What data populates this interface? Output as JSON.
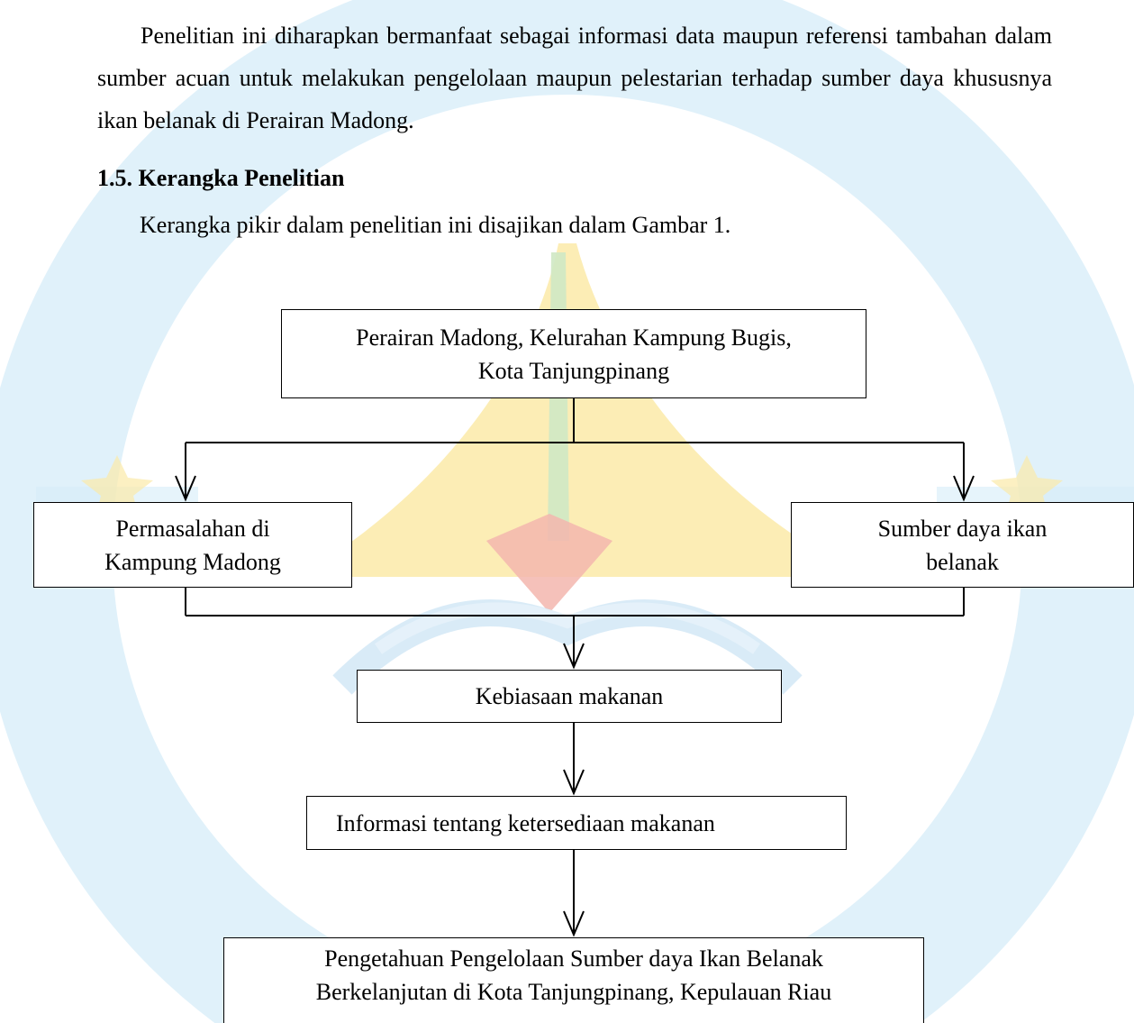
{
  "paragraph": {
    "text": "Penelitian ini diharapkan bermanfaat sebagai informasi data maupun referensi tambahan dalam sumber acuan untuk melakukan pengelolaan maupun pelestarian terhadap sumber daya khususnya ikan belanak di Perairan  Madong."
  },
  "section": {
    "heading": "1.5. Kerangka Penelitian",
    "intro": "Kerangka pikir dalam penelitian ini disajikan dalam Gambar 1."
  },
  "diagram": {
    "top_box": {
      "line1": "Perairan Madong, Kelurahan Kampung Bugis,",
      "line2": "Kota Tanjungpinang"
    },
    "left_box": {
      "line1": "Permasalahan di",
      "line2": "Kampung Madong"
    },
    "right_box": {
      "line1": "Sumber daya ikan",
      "line2": "belanak"
    },
    "middle_box": "Kebiasaan makanan",
    "info_box": "Informasi tentang ketersediaan makanan",
    "bottom_box": {
      "line1": "Pengetahuan Pengelolaan Sumber daya Ikan Belanak",
      "line2": "Berkelanjutan di Kota Tanjungpinang, Kepulauan Riau"
    }
  },
  "colors": {
    "watermark_blue": "#d6ecf8",
    "watermark_yellow": "#fbeaa8",
    "watermark_green": "#cfe8c4",
    "watermark_red": "#f3b6ae",
    "line": "#000000"
  }
}
